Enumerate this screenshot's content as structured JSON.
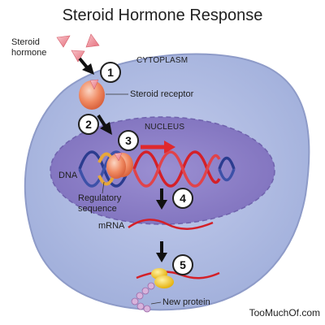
{
  "title": "Steroid Hormone Response",
  "labels": {
    "hormone": "Steroid\nhormone",
    "cytoplasm": "CYTOPLASM",
    "receptor": "Steroid receptor",
    "nucleus": "NUCLEUS",
    "dna": "DNA",
    "regulatory": "Regulatory\nsequence",
    "mrna": "mRNA",
    "protein": "New protein"
  },
  "steps": [
    "1",
    "2",
    "3",
    "4",
    "5"
  ],
  "credit": "TooMuchOf.com",
  "colors": {
    "cell_fill": "#a9b6de",
    "cell_edge": "#8e9bc8",
    "nucleus_fill": "#8c7ec6",
    "dna_blue": "#2b3c8f",
    "dna_red": "#d42028",
    "regulatory": "#e7a73a",
    "receptor": "#f08a62",
    "hormone": "#f2a0a8",
    "ribosome": "#f0c21a",
    "protein_chain": "#c9a3cf"
  }
}
